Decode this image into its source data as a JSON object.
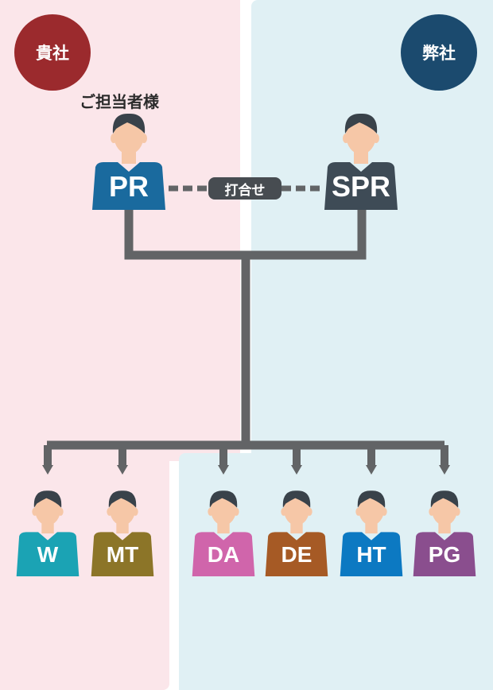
{
  "client": {
    "badge": "貴社",
    "badge_color": "#9b2a2d",
    "contact_caption": "ご担当者様",
    "panel_color": "#fbe6ea"
  },
  "company": {
    "badge": "弊社",
    "badge_color": "#1b4a6e",
    "panel_color": "#e0f0f4"
  },
  "meeting_label": "打合せ",
  "connector_color": "#626466",
  "top_people": [
    {
      "id": "pr",
      "label": "PR",
      "color": "#1a6a9e"
    },
    {
      "id": "spr",
      "label": "SPR",
      "color": "#3e4b56"
    }
  ],
  "team": [
    {
      "id": "w",
      "label": "W",
      "color": "#1ba3b4"
    },
    {
      "id": "mt",
      "label": "MT",
      "color": "#8c7528"
    },
    {
      "id": "da",
      "label": "DA",
      "color": "#d065ab"
    },
    {
      "id": "de",
      "label": "DE",
      "color": "#a65a25"
    },
    {
      "id": "ht",
      "label": "HT",
      "color": "#0c79c2"
    },
    {
      "id": "pg",
      "label": "PG",
      "color": "#8a4e8e"
    }
  ],
  "colors": {
    "skin": "#f6c7a7",
    "hair": "#39424a"
  }
}
